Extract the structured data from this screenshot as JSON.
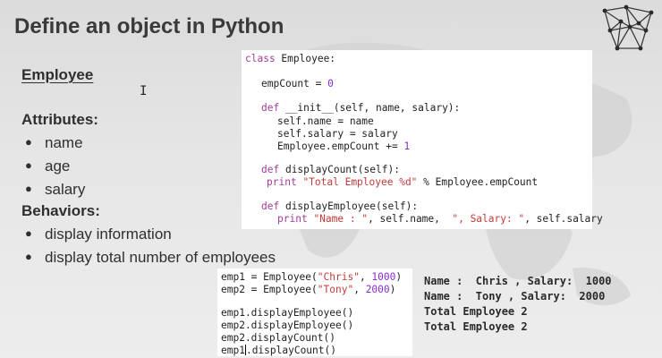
{
  "slide": {
    "title": "Define an object in Python",
    "class_name": "Employee",
    "attributes_heading": "Attributes:",
    "attributes": [
      "name",
      "age",
      "salary"
    ],
    "behaviors_heading": "Behaviors:",
    "behaviors": [
      "display information",
      "display total number of employees"
    ],
    "bullet_char": "●"
  },
  "code_class": {
    "lines": [
      [
        "class",
        " Employee:"
      ],
      [
        "",
        "empCount = ",
        "0"
      ],
      [
        "def",
        " __init__(self, name, salary):"
      ],
      [
        "",
        "self.name = name"
      ],
      [
        "",
        "self.salary = salary"
      ],
      [
        "",
        "Employee.empCount += ",
        "1"
      ],
      [
        "def",
        " displayCount(self):"
      ],
      [
        "print",
        " ",
        "\"Total Employee %d\"",
        " % Employee.empCount"
      ],
      [
        "def",
        " displayEmployee(self):"
      ],
      [
        "print",
        " ",
        "\"Name : \"",
        ", self.name,  ",
        "\", Salary: \"",
        ", self.salary"
      ]
    ]
  },
  "code_calls": {
    "line1_a": "emp1 = Employee(",
    "line1_str": "\"Chris\"",
    "line1_b": ", ",
    "line1_num": "1000",
    "line1_c": ")",
    "line2_a": "emp2 = Employee(",
    "line2_str": "\"Tony\"",
    "line2_b": ", ",
    "line2_num": "2000",
    "line2_c": ")",
    "line3": "emp1.displayEmployee()",
    "line4": "emp2.displayEmployee()",
    "line5": "emp2.displayCount()",
    "line6_a": "emp1",
    "line6_b": ".displayCount()"
  },
  "output": {
    "lines": [
      "Name :  Chris , Salary:  1000",
      "Name :  Tony , Salary:  2000",
      "Total Employee 2",
      "Total Employee 2"
    ]
  },
  "icons": {
    "cursor": "text-cursor-icon",
    "logo": "network-logo-icon"
  }
}
